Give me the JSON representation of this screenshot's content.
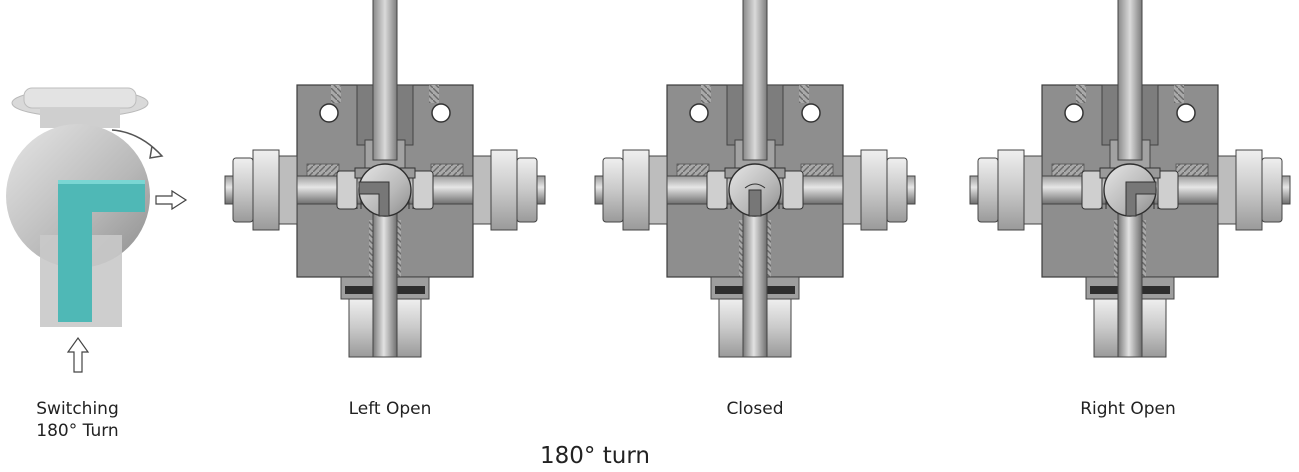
{
  "captions": {
    "switching_line1": "Switching",
    "switching_line2": "180° Turn",
    "left_open": "Left Open",
    "closed": "Closed",
    "right_open": "Right Open",
    "turn": "180° turn"
  },
  "colors": {
    "body": "#8e8e8e",
    "body_dark": "#5e5e5e",
    "steel_light": "#dcdcdc",
    "steel_mid": "#b4b4b4",
    "steel_dark": "#7a7a7a",
    "ball": "#b9b9b9",
    "flow_path": "#4fb8b6",
    "outline": "#333333"
  },
  "valves": [
    {
      "state": "left-open"
    },
    {
      "state": "closed"
    },
    {
      "state": "right-open"
    }
  ]
}
